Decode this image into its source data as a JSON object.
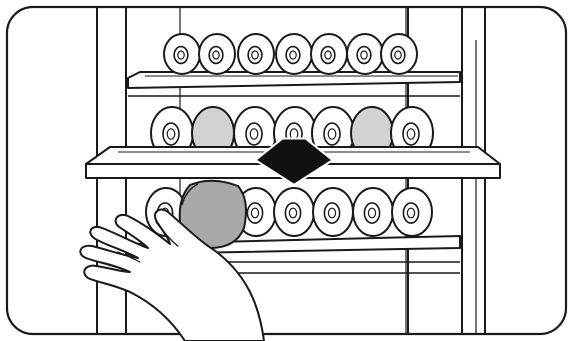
{
  "illustration": {
    "subject": "wine-cabinet-shelf-pull-out",
    "shelves": [
      {
        "id": "top",
        "bottle_count": 7,
        "state": "closed"
      },
      {
        "id": "middle",
        "bottle_count": 7,
        "state": "pulled-out",
        "highlighted_bottles": [
          1,
          5
        ]
      },
      {
        "id": "bottom",
        "bottle_count": 7,
        "state": "closed",
        "highlighted_bottles": [
          1
        ]
      }
    ],
    "arrow": {
      "direction": "toward-viewer"
    },
    "hand": {
      "side": "left",
      "action": "holding-bottle"
    }
  },
  "colors": {
    "stroke": "#1a1a1a",
    "fill": "#ffffff",
    "shade_light": "#d2d2d2",
    "shade_mid": "#a9a9a9",
    "arrow": "#111111"
  }
}
